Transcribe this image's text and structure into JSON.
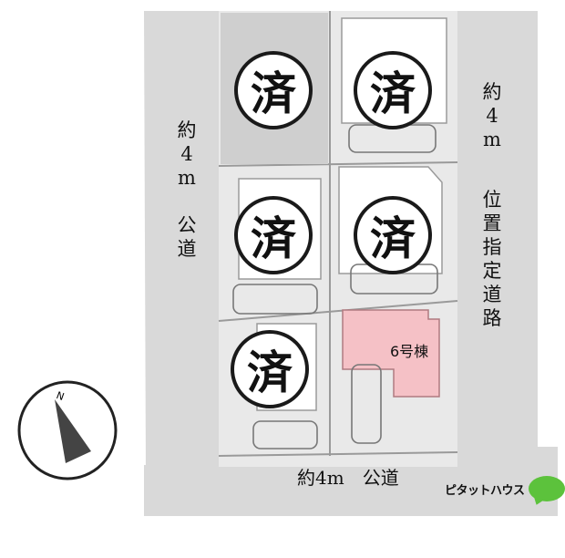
{
  "roads": {
    "left_road": [
      "約",
      "4",
      "m",
      "",
      "公",
      "道"
    ],
    "right_road_top": [
      "約",
      "4",
      "m"
    ],
    "right_road_bottom": [
      "位",
      "置",
      "指",
      "定",
      "道",
      "路"
    ],
    "bottom_road": "約4m　公道"
  },
  "lots": {
    "sold_mark": "済",
    "sold_count": 5,
    "highlight_label": "6号棟",
    "highlight_color": "#f5c1c6"
  },
  "compass": {
    "north_label": "N"
  },
  "logo": {
    "text": "ピタットハウス",
    "color": "#5cc23c"
  },
  "colors": {
    "road": "#d9d9d9",
    "lot": "#e6e6e6",
    "lot_sold": "#cfcfcf",
    "road_edge": "#aaaaaa"
  }
}
